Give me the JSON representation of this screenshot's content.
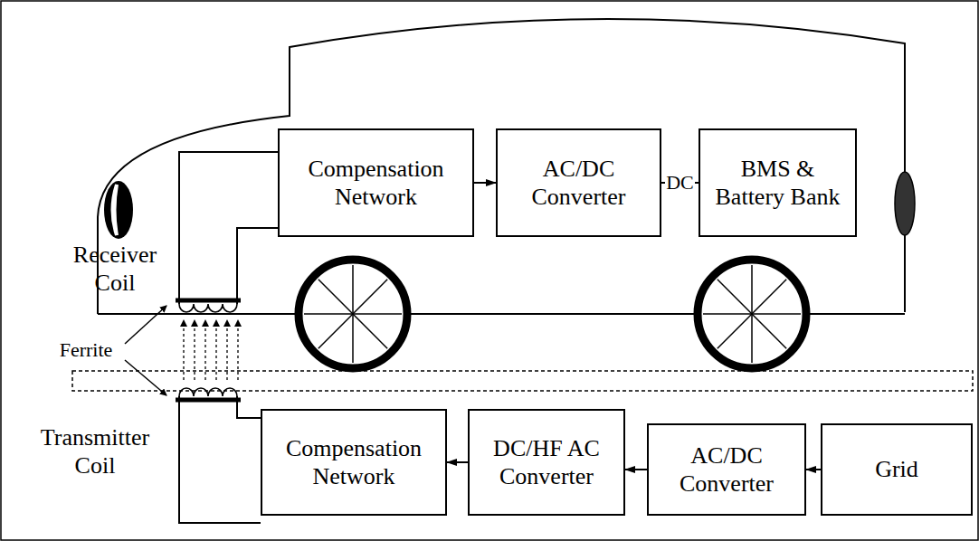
{
  "diagram": {
    "nodes": [
      {
        "text": [
          "Compensation Network"
        ]
      },
      {
        "text": [
          "AC/DC Converter"
        ]
      },
      {
        "text": [
          "BMS & Battery Bank"
        ]
      },
      {
        "text": [
          "Compensation Network"
        ]
      },
      {
        "text": [
          "DC/HF AC Converter"
        ]
      },
      {
        "text": [
          "AC/DC Converter"
        ]
      },
      {
        "text": [
          "Grid"
        ]
      }
    ],
    "edges": [
      {
        "from": 0,
        "to": 1,
        "arrow": "to"
      },
      {
        "from": 1,
        "to": 2,
        "label": "DC",
        "arrow": "none"
      },
      {
        "from": 6,
        "to": 5,
        "arrow": "to"
      },
      {
        "from": 5,
        "to": 4,
        "arrow": "to"
      },
      {
        "from": 4,
        "to": 3,
        "arrow": "to"
      }
    ],
    "labels": [
      "Receiver Coil",
      "Ferrite",
      "Transmitter Coil"
    ]
  }
}
